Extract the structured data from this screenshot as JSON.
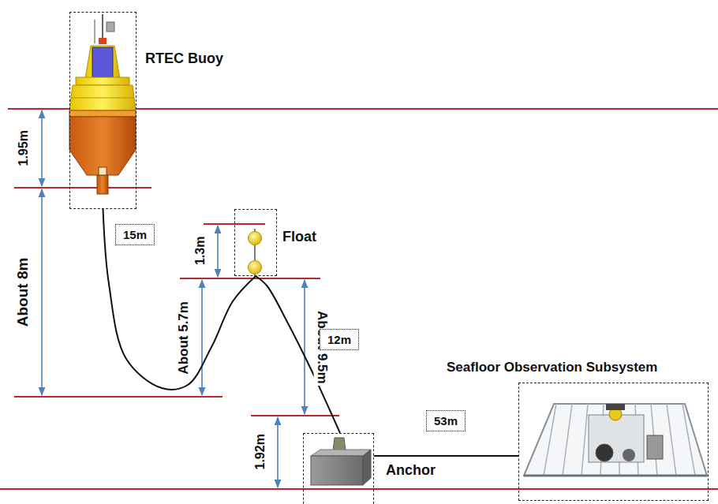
{
  "diagram": {
    "nodes": [
      {
        "text": [
          "RTEC Buoy"
        ]
      },
      {
        "text": [
          "Float"
        ]
      },
      {
        "text": [
          "Anchor"
        ]
      },
      {
        "text": [
          "Seafloor Observation Subsystem"
        ]
      }
    ],
    "edges": [
      {
        "from": 0,
        "to": 1,
        "label": "15m",
        "arrow": "none"
      },
      {
        "from": 1,
        "to": 2,
        "label": "12m",
        "arrow": "none"
      },
      {
        "from": 2,
        "to": 3,
        "label": "53m",
        "arrow": "none"
      }
    ],
    "labels": [
      "1.95m",
      "About 8m",
      "1.3m",
      "About 5.7m",
      "About 9.5m",
      "1.92m"
    ]
  }
}
